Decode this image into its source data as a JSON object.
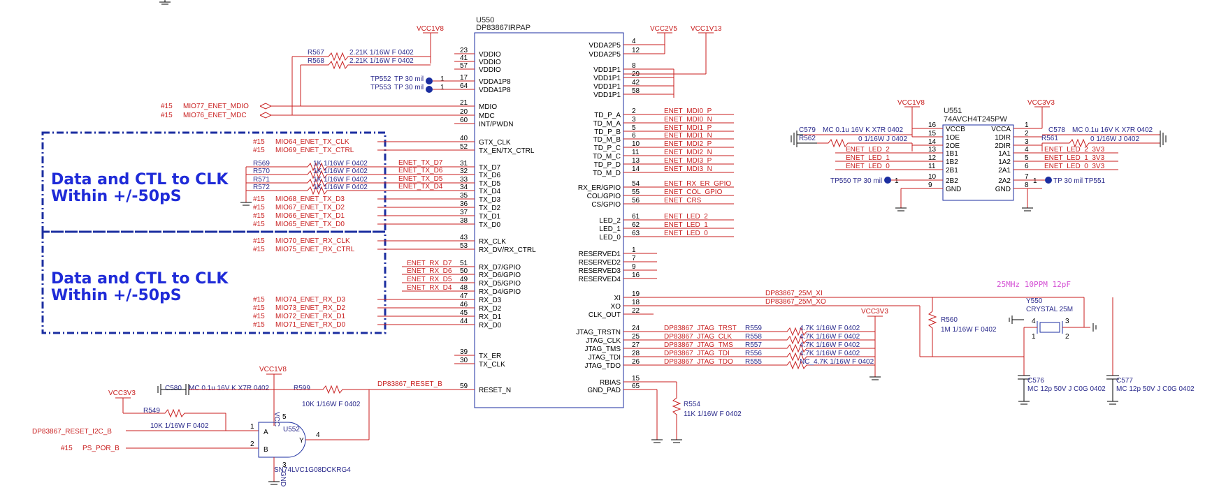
{
  "u550": {
    "ref": "U550",
    "part": "DP83867IRPAP",
    "left_pins": [
      {
        "num": "23",
        "name": "VDDIO"
      },
      {
        "num": "41",
        "name": "VDDIO"
      },
      {
        "num": "57",
        "name": "VDDIO"
      },
      {
        "num": "17",
        "name": "VDDA1P8"
      },
      {
        "num": "64",
        "name": "VDDA1P8"
      },
      {
        "num": "21",
        "name": "MDIO"
      },
      {
        "num": "20",
        "name": "MDC"
      },
      {
        "num": "60",
        "name": "INT/PWDN"
      },
      {
        "num": "40",
        "name": "GTX_CLK"
      },
      {
        "num": "52",
        "name": "TX_EN/TX_CTRL"
      },
      {
        "num": "31",
        "name": "TX_D7"
      },
      {
        "num": "32",
        "name": "TX_D6"
      },
      {
        "num": "33",
        "name": "TX_D5"
      },
      {
        "num": "34",
        "name": "TX_D4"
      },
      {
        "num": "35",
        "name": "TX_D3"
      },
      {
        "num": "36",
        "name": "TX_D2"
      },
      {
        "num": "37",
        "name": "TX_D1"
      },
      {
        "num": "38",
        "name": "TX_D0"
      },
      {
        "num": "43",
        "name": "RX_CLK"
      },
      {
        "num": "53",
        "name": "RX_DV/RX_CTRL"
      },
      {
        "num": "51",
        "name": "RX_D7/GPIO"
      },
      {
        "num": "50",
        "name": "RX_D6/GPIO"
      },
      {
        "num": "49",
        "name": "RX_D5/GPIO"
      },
      {
        "num": "48",
        "name": "RX_D4/GPIO"
      },
      {
        "num": "47",
        "name": "RX_D3"
      },
      {
        "num": "46",
        "name": "RX_D2"
      },
      {
        "num": "45",
        "name": "RX_D1"
      },
      {
        "num": "44",
        "name": "RX_D0"
      },
      {
        "num": "39",
        "name": "TX_ER"
      },
      {
        "num": "30",
        "name": "TX_CLK"
      },
      {
        "num": "59",
        "name": "RESET_N"
      }
    ],
    "right_pins": [
      {
        "num": "4",
        "name": "VDDA2P5"
      },
      {
        "num": "12",
        "name": "VDDA2P5"
      },
      {
        "num": "8",
        "name": "VDD1P1"
      },
      {
        "num": "29",
        "name": "VDD1P1"
      },
      {
        "num": "42",
        "name": "VDD1P1"
      },
      {
        "num": "58",
        "name": "VDD1P1"
      },
      {
        "num": "2",
        "name": "TD_P_A"
      },
      {
        "num": "3",
        "name": "TD_M_A"
      },
      {
        "num": "5",
        "name": "TD_P_B"
      },
      {
        "num": "6",
        "name": "TD_M_B"
      },
      {
        "num": "10",
        "name": "TD_P_C"
      },
      {
        "num": "11",
        "name": "TD_M_C"
      },
      {
        "num": "13",
        "name": "TD_P_D"
      },
      {
        "num": "14",
        "name": "TD_M_D"
      },
      {
        "num": "54",
        "name": "RX_ER/GPIO"
      },
      {
        "num": "55",
        "name": "COL/GPIO"
      },
      {
        "num": "56",
        "name": "CS/GPIO"
      },
      {
        "num": "61",
        "name": "LED_2"
      },
      {
        "num": "62",
        "name": "LED_1"
      },
      {
        "num": "63",
        "name": "LED_0"
      },
      {
        "num": "1",
        "name": "RESERVED1"
      },
      {
        "num": "7",
        "name": "RESERVED2"
      },
      {
        "num": "9",
        "name": "RESERVED3"
      },
      {
        "num": "16",
        "name": "RESERVED4"
      },
      {
        "num": "19",
        "name": "XI"
      },
      {
        "num": "18",
        "name": "XO"
      },
      {
        "num": "22",
        "name": "CLK_OUT"
      },
      {
        "num": "24",
        "name": "JTAG_TRSTN"
      },
      {
        "num": "25",
        "name": "JTAG_CLK"
      },
      {
        "num": "27",
        "name": "JTAG_TMS"
      },
      {
        "num": "28",
        "name": "JTAG_TDI"
      },
      {
        "num": "26",
        "name": "JTAG_TDO"
      },
      {
        "num": "15",
        "name": "RBIAS"
      },
      {
        "num": "65",
        "name": "GND_PAD"
      }
    ],
    "right_nets": [
      "ENET_MDI0_P",
      "ENET_MDI0_N",
      "ENET_MDI1_P",
      "ENET_MDI1_N",
      "ENET_MDI2_P",
      "ENET_MDI2_N",
      "ENET_MDI3_P",
      "ENET_MDI3_N",
      "ENET_RX_ER_GPIO",
      "ENET_COL_GPIO",
      "ENET_CRS",
      "ENET_LED_2",
      "ENET_LED_1",
      "ENET_LED_0"
    ]
  },
  "power": {
    "vcc1v8": "VCC1V8",
    "vcc2v5": "VCC2V5",
    "vcc1v13": "VCC1V13",
    "vcc3v3": "VCC3V3"
  },
  "left_nets": {
    "mdio": {
      "sheet": "#15",
      "name": "MIO77_ENET_MDIO"
    },
    "mdc": {
      "sheet": "#15",
      "name": "MIO76_ENET_MDC"
    },
    "tx_clk": {
      "sheet": "#15",
      "name": "MIO64_ENET_TX_CLK"
    },
    "tx_ctrl": {
      "sheet": "#15",
      "name": "MIO69_ENET_TX_CTRL"
    },
    "tx_d": [
      {
        "sheet": "#15",
        "name": "MIO68_ENET_TX_D3"
      },
      {
        "sheet": "#15",
        "name": "MIO67_ENET_TX_D2"
      },
      {
        "sheet": "#15",
        "name": "MIO66_ENET_TX_D1"
      },
      {
        "sheet": "#15",
        "name": "MIO65_ENET_TX_D0"
      }
    ],
    "rx_clk": {
      "sheet": "#15",
      "name": "MIO70_ENET_RX_CLK"
    },
    "rx_ctrl": {
      "sheet": "#15",
      "name": "MIO75_ENET_RX_CTRL"
    },
    "rx_d": [
      {
        "sheet": "#15",
        "name": "MIO74_ENET_RX_D3"
      },
      {
        "sheet": "#15",
        "name": "MIO73_ENET_RX_D2"
      },
      {
        "sheet": "#15",
        "name": "MIO72_ENET_RX_D1"
      },
      {
        "sheet": "#15",
        "name": "MIO71_ENET_RX_D0"
      }
    ],
    "tx_hi": [
      "ENET_TX_D7",
      "ENET_TX_D6",
      "ENET_TX_D5",
      "ENET_TX_D4"
    ],
    "rx_hi": [
      "ENET_RX_D7",
      "ENET_RX_D6",
      "ENET_RX_D5",
      "ENET_RX_D4"
    ]
  },
  "resistors_top": [
    {
      "ref": "R567",
      "value": "2.21K 1/16W F 0402"
    },
    {
      "ref": "R568",
      "value": "2.21K 1/16W F 0402"
    }
  ],
  "resistors_tx": [
    {
      "ref": "R569",
      "value": "1K 1/16W F 0402"
    },
    {
      "ref": "R570",
      "value": "1K 1/16W F 0402"
    },
    {
      "ref": "R571",
      "value": "1K 1/16W F 0402"
    },
    {
      "ref": "R572",
      "value": "1K 1/16W F 0402"
    }
  ],
  "testpoints": [
    {
      "ref": "TP552",
      "value": "TP 30 mil",
      "pin": "1"
    },
    {
      "ref": "TP553",
      "value": "TP 30 mil",
      "pin": "1"
    }
  ],
  "notes": {
    "note1_line1": "Data and CTL to CLK",
    "note1_line2": "Within +/-50pS",
    "note2_line1": "Data and CTL to CLK",
    "note2_line2": "Within +/-50pS"
  },
  "reset": {
    "c580": "C580",
    "c580_val": "MC 0.1u 16V K X7R 0402",
    "r599": "R599",
    "r599_val": "10K 1/16W F 0402",
    "net": "DP83867_RESET_B",
    "r549": "R549",
    "r549_val": "10K 1/16W F 0402",
    "i2c_net": "DP83867_RESET_I2C_B",
    "por_sheet": "#15",
    "por_net": "PS_POR_B",
    "u552": "U552",
    "u552_part": "SN74LVC1G08DCKRG4",
    "pin_a": "A",
    "pin_b": "B",
    "pin_y": "Y",
    "pin1": "1",
    "pin2": "2",
    "pin4": "4",
    "pin5": "5",
    "pin3": "3",
    "vcc": "VCC",
    "gnd": "GND"
  },
  "jtag": {
    "nets": [
      "DP83867_JTAG_TRST",
      "DP83867_JTAG_CLK",
      "DP83867_JTAG_TMS",
      "DP83867_JTAG_TDI",
      "DP83867_JTAG_TDO"
    ],
    "refs": [
      "R559",
      "R558",
      "R557",
      "R556",
      "R555"
    ],
    "vals": [
      "4.7K 1/16W F 0402",
      "4.7K 1/16W F 0402",
      "4.7K 1/16W F 0402",
      "4.7K 1/16W F 0402",
      "NC_4.7K 1/16W F 0402"
    ]
  },
  "rbias": {
    "ref": "R554",
    "value": "11K 1/16W F 0402"
  },
  "xtal": {
    "xi_net": "DP83867_25M_XI",
    "xo_net": "DP83867_25M_XO",
    "r560": "R560",
    "r560_val": "1M 1/16W F 0402",
    "spec": "25MHz 10PPM 12pF",
    "ref": "Y550",
    "value": "CRYSTAL 25M",
    "c576": "C576",
    "c576_val": "MC 12p 50V J C0G 0402",
    "c577": "C577",
    "c577_val": "MC 12p 50V J C0G 0402",
    "p1": "1",
    "p2": "2",
    "p3": "3",
    "p4": "4"
  },
  "u551": {
    "ref": "U551",
    "part": "74AVCH4T245PW",
    "left": [
      {
        "num": "16",
        "name": "VCCB"
      },
      {
        "num": "15",
        "name": "1OE"
      },
      {
        "num": "14",
        "name": "2OE"
      },
      {
        "num": "13",
        "name": "1B1"
      },
      {
        "num": "12",
        "name": "1B2"
      },
      {
        "num": "11",
        "name": "2B1"
      },
      {
        "num": "10",
        "name": "2B2"
      },
      {
        "num": "9",
        "name": "GND"
      }
    ],
    "right": [
      {
        "num": "1",
        "name": "VCCA"
      },
      {
        "num": "2",
        "name": "1DIR"
      },
      {
        "num": "3",
        "name": "2DIR"
      },
      {
        "num": "4",
        "name": "1A1"
      },
      {
        "num": "5",
        "name": "1A2"
      },
      {
        "num": "6",
        "name": "2A1"
      },
      {
        "num": "7",
        "name": "2A2"
      },
      {
        "num": "8",
        "name": "GND"
      }
    ],
    "left_nets": [
      "ENET_LED_2",
      "ENET_LED_1",
      "ENET_LED_0"
    ],
    "right_nets": [
      "ENET_LED_2_3V3",
      "ENET_LED_1_3V3",
      "ENET_LED_0_3V3"
    ],
    "c579": "C579",
    "c579_val": "MC 0.1u 16V K X7R 0402",
    "r562": "R562",
    "r562_val": "0 1/16W J 0402",
    "c578": "C578",
    "c578_val": "MC 0.1u 16V K X7R 0402",
    "r561": "R561",
    "r561_val": "0 1/16W J 0402",
    "tp550": "TP550 TP 30 mil",
    "tp551": "TP 30 mil  TP551",
    "tp_pin": "1"
  }
}
